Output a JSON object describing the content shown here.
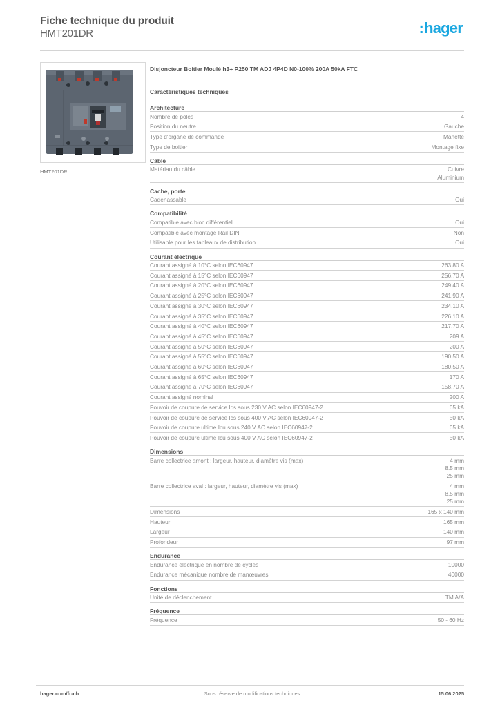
{
  "header": {
    "title": "Fiche technique du produit",
    "product_code": "HMT201DR",
    "logo": {
      "colon": ":",
      "text": "hager",
      "color": "#1aa7e0"
    }
  },
  "product_image": {
    "caption": "HMT201DR",
    "alt": "Disjoncteur boîtier moulé gris 4 pôles"
  },
  "main": {
    "product_title": "Disjoncteur Boitier Moulé h3+ P250 TM ADJ 4P4D N0-100% 200A 50kA FTC",
    "spec_heading": "Caractéristiques techniques",
    "sections": [
      {
        "title": "Architecture",
        "rows": [
          {
            "label": "Nombre de pôles",
            "value": [
              "4"
            ]
          },
          {
            "label": "Position du neutre",
            "value": [
              "Gauche"
            ]
          },
          {
            "label": "Type d'organe de commande",
            "value": [
              "Manette"
            ]
          },
          {
            "label": "Type de boitier",
            "value": [
              "Montage fixe"
            ]
          }
        ]
      },
      {
        "title": "Câble",
        "rows": [
          {
            "label": "Matériau du câble",
            "value": [
              "Cuivre",
              "Aluminium"
            ]
          }
        ]
      },
      {
        "title": "Cache, porte",
        "rows": [
          {
            "label": "Cadenassable",
            "value": [
              "Oui"
            ]
          }
        ]
      },
      {
        "title": "Compatibilité",
        "rows": [
          {
            "label": "Compatible avec bloc différentiel",
            "value": [
              "Oui"
            ]
          },
          {
            "label": "Compatible avec montage Rail DIN",
            "value": [
              "Non"
            ]
          },
          {
            "label": "Utilisable pour les tableaux de distribution",
            "value": [
              "Oui"
            ]
          }
        ]
      },
      {
        "title": "Courant électrique",
        "rows": [
          {
            "label": "Courant assigné à 10°C selon IEC60947",
            "value": [
              "263.80 A"
            ]
          },
          {
            "label": "Courant assigné à 15°C selon IEC60947",
            "value": [
              "256.70 A"
            ]
          },
          {
            "label": "Courant assigné à 20°C selon IEC60947",
            "value": [
              "249.40 A"
            ]
          },
          {
            "label": "Courant assigné à 25°C selon IEC60947",
            "value": [
              "241.90 A"
            ]
          },
          {
            "label": "Courant assigné à 30°C selon IEC60947",
            "value": [
              "234.10 A"
            ]
          },
          {
            "label": "Courant assigné à 35°C selon IEC60947",
            "value": [
              "226.10 A"
            ]
          },
          {
            "label": "Courant assigné à 40°C selon IEC60947",
            "value": [
              "217.70 A"
            ]
          },
          {
            "label": "Courant assigné à 45°C selon IEC60947",
            "value": [
              "209 A"
            ]
          },
          {
            "label": "Courant assigné à 50°C selon IEC60947",
            "value": [
              "200 A"
            ]
          },
          {
            "label": "Courant assigné à 55°C selon IEC60947",
            "value": [
              "190.50 A"
            ]
          },
          {
            "label": "Courant assigné à 60°C selon IEC60947",
            "value": [
              "180.50 A"
            ]
          },
          {
            "label": "Courant assigné à 65°C selon IEC60947",
            "value": [
              "170 A"
            ]
          },
          {
            "label": "Courant assigné à 70°C selon IEC60947",
            "value": [
              "158.70 A"
            ]
          },
          {
            "label": "Courant assigné nominal",
            "value": [
              "200 A"
            ]
          },
          {
            "label": "Pouvoir de coupure de service Ics sous 230 V AC selon IEC60947-2",
            "value": [
              "65 kA"
            ]
          },
          {
            "label": "Pouvoir de coupure de service Ics sous 400 V AC selon IEC60947-2",
            "value": [
              "50 kA"
            ]
          },
          {
            "label": "Pouvoir de coupure ultime Icu sous 240 V AC selon IEC60947-2",
            "value": [
              "65 kA"
            ]
          },
          {
            "label": "Pouvoir de coupure ultime Icu sous 400 V AC selon IEC60947-2",
            "value": [
              "50 kA"
            ]
          }
        ]
      },
      {
        "title": "Dimensions",
        "rows": [
          {
            "label": "Barre collectrice amont : largeur, hauteur, diamètre vis (max)",
            "value": [
              "4 mm",
              "8.5 mm",
              "25 mm"
            ]
          },
          {
            "label": "Barre collectrice aval : largeur, hauteur, diamètre vis (max)",
            "value": [
              "4 mm",
              "8.5 mm",
              "25 mm"
            ]
          },
          {
            "label": "Dimensions",
            "value": [
              "165 x 140 mm"
            ]
          },
          {
            "label": "Hauteur",
            "value": [
              "165 mm"
            ]
          },
          {
            "label": "Largeur",
            "value": [
              "140 mm"
            ]
          },
          {
            "label": "Profondeur",
            "value": [
              "97 mm"
            ]
          }
        ]
      },
      {
        "title": "Endurance",
        "rows": [
          {
            "label": "Endurance électrique en nombre de cycles",
            "value": [
              "10000"
            ]
          },
          {
            "label": "Endurance mécanique nombre de manœuvres",
            "value": [
              "40000"
            ]
          }
        ]
      },
      {
        "title": "Fonctions",
        "rows": [
          {
            "label": "Unité de déclenchement",
            "value": [
              "TM A/A"
            ]
          }
        ]
      },
      {
        "title": "Fréquence",
        "rows": [
          {
            "label": "Fréquence",
            "value": [
              "50 - 60 Hz"
            ]
          }
        ]
      }
    ]
  },
  "footer": {
    "website": "hager.com/fr-ch",
    "disclaimer": "Sous réserve de modifications techniques",
    "date": "15.06.2025"
  }
}
